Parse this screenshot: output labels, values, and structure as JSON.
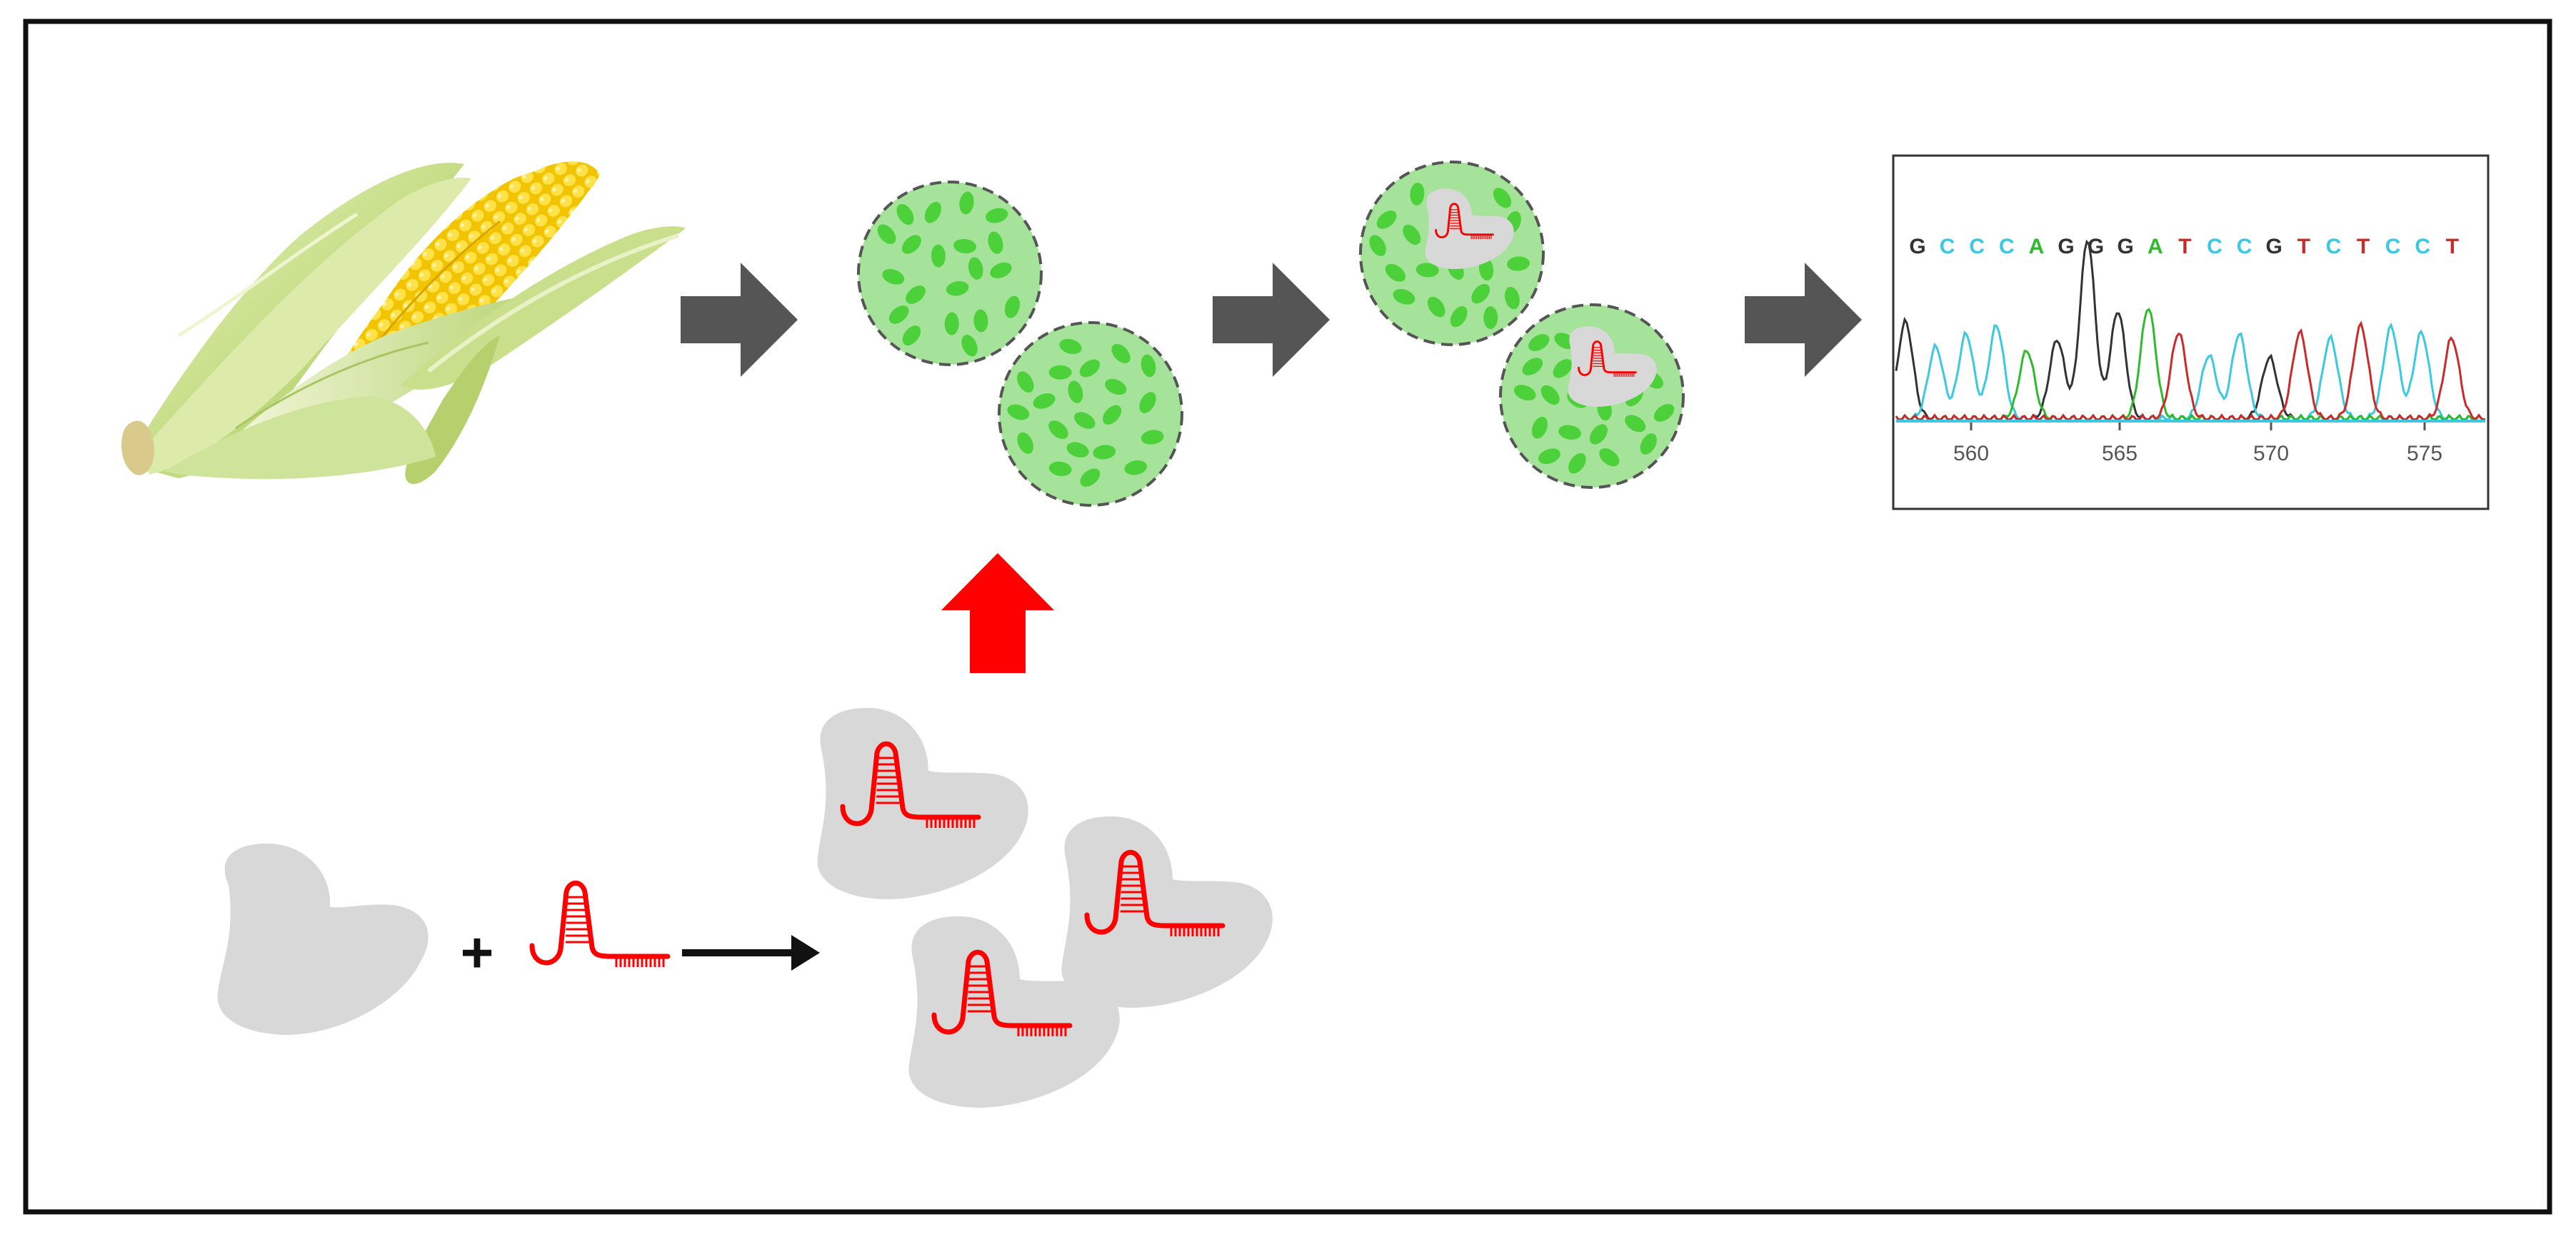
{
  "colors": {
    "frame": "#111111",
    "process_arrow": "#555555",
    "highlight_arrow": "#ff0000",
    "rnp_red": "#ff0000",
    "protein_grey": "#d8d8d8",
    "protoplast_fill": "#a6e39a",
    "chloroplast": "#4cd13a",
    "protoplast_border": "#555555",
    "trace_A": "#2dbb2d",
    "trace_C": "#39c9e0",
    "trace_G": "#333333",
    "trace_T": "#cc2a2a"
  },
  "icons": {
    "corn": "corn-cob-icon",
    "protoplast": "protoplast-cell-icon",
    "protein": "cas9-protein-icon",
    "guide_rna": "guide-rna-icon",
    "rnp": "rnp-complex-icon"
  },
  "sequencing": {
    "bases": [
      "G",
      "C",
      "C",
      "C",
      "A",
      "G",
      "G",
      "G",
      "A",
      "T",
      "C",
      "C",
      "G",
      "T",
      "C",
      "T",
      "C",
      "C",
      "T"
    ],
    "ticks": [
      "560",
      "565",
      "570",
      "575"
    ]
  },
  "operators": {
    "plus": "+"
  }
}
